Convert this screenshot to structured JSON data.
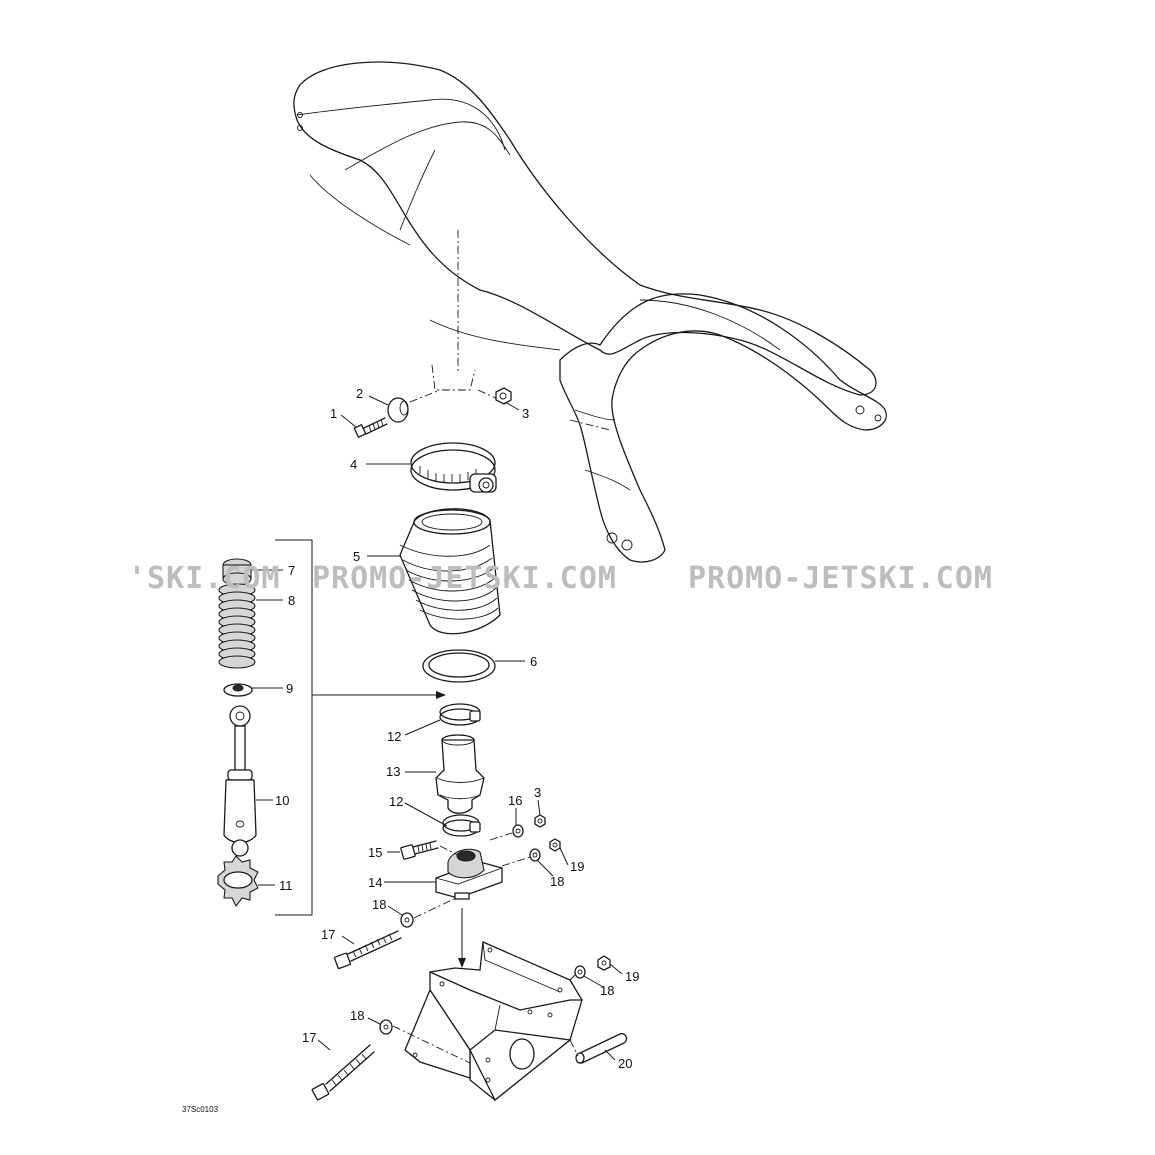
{
  "watermarks": [
    "'SKI.COM",
    "PROMO-JETSKI.COM",
    "PROMO-JETSKI.COM"
  ],
  "reference_code": "37Sc0103",
  "callouts": [
    {
      "id": "c1",
      "label": "1"
    },
    {
      "id": "c2",
      "label": "2"
    },
    {
      "id": "c3a",
      "label": "3"
    },
    {
      "id": "c4",
      "label": "4"
    },
    {
      "id": "c5",
      "label": "5"
    },
    {
      "id": "c6",
      "label": "6"
    },
    {
      "id": "c7",
      "label": "7"
    },
    {
      "id": "c8",
      "label": "8"
    },
    {
      "id": "c9",
      "label": "9"
    },
    {
      "id": "c10",
      "label": "10"
    },
    {
      "id": "c11",
      "label": "11"
    },
    {
      "id": "c12a",
      "label": "12"
    },
    {
      "id": "c13",
      "label": "13"
    },
    {
      "id": "c12b",
      "label": "12"
    },
    {
      "id": "c16",
      "label": "16"
    },
    {
      "id": "c3b",
      "label": "3"
    },
    {
      "id": "c15",
      "label": "15"
    },
    {
      "id": "c19a",
      "label": "19"
    },
    {
      "id": "c18a",
      "label": "18"
    },
    {
      "id": "c14",
      "label": "14"
    },
    {
      "id": "c18b",
      "label": "18"
    },
    {
      "id": "c17a",
      "label": "17"
    },
    {
      "id": "c19b",
      "label": "19"
    },
    {
      "id": "c18c",
      "label": "18"
    },
    {
      "id": "c18d",
      "label": "18"
    },
    {
      "id": "c17b",
      "label": "17"
    },
    {
      "id": "c20",
      "label": "20"
    }
  ]
}
